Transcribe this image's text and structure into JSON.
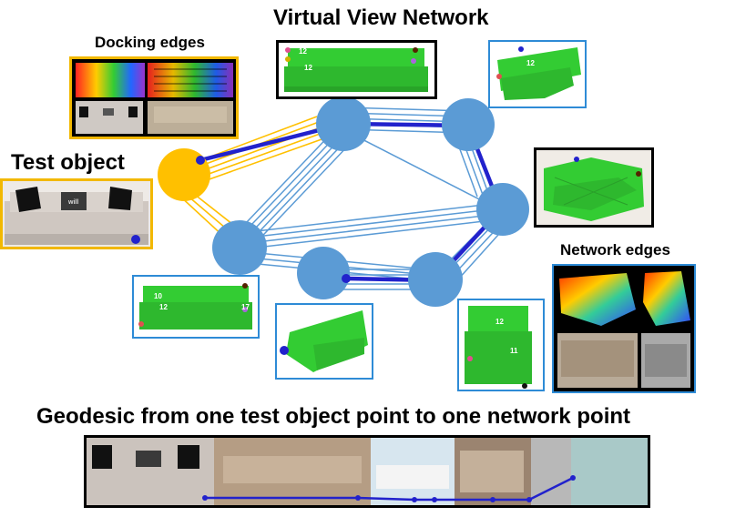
{
  "titles": {
    "virtual_view_network": "Virtual View Network",
    "docking_edges": "Docking edges",
    "test_object": "Test object",
    "network_edges": "Network edges",
    "geodesic": "Geodesic from one test object point to one network point"
  },
  "overlay_text": {
    "pillow_text": "will",
    "kp_top_a": "12",
    "kp_top_b": "12",
    "kp_left_a": "10",
    "kp_left_b": "12",
    "kp_left_c": "17",
    "kp_right_a": "12",
    "kp_right_b": "12",
    "kp_right_c": "11"
  },
  "colors": {
    "network_node": "#5b9bd5",
    "test_node": "#ffc000",
    "network_edge": "#5b9bd5",
    "docking_edge": "#ffc000",
    "geodesic_path": "#2222cc",
    "frame_black": "#000000",
    "frame_blue": "#2e8bd6",
    "frame_gold": "#f2b800",
    "sofa_green": "#33cc33"
  }
}
